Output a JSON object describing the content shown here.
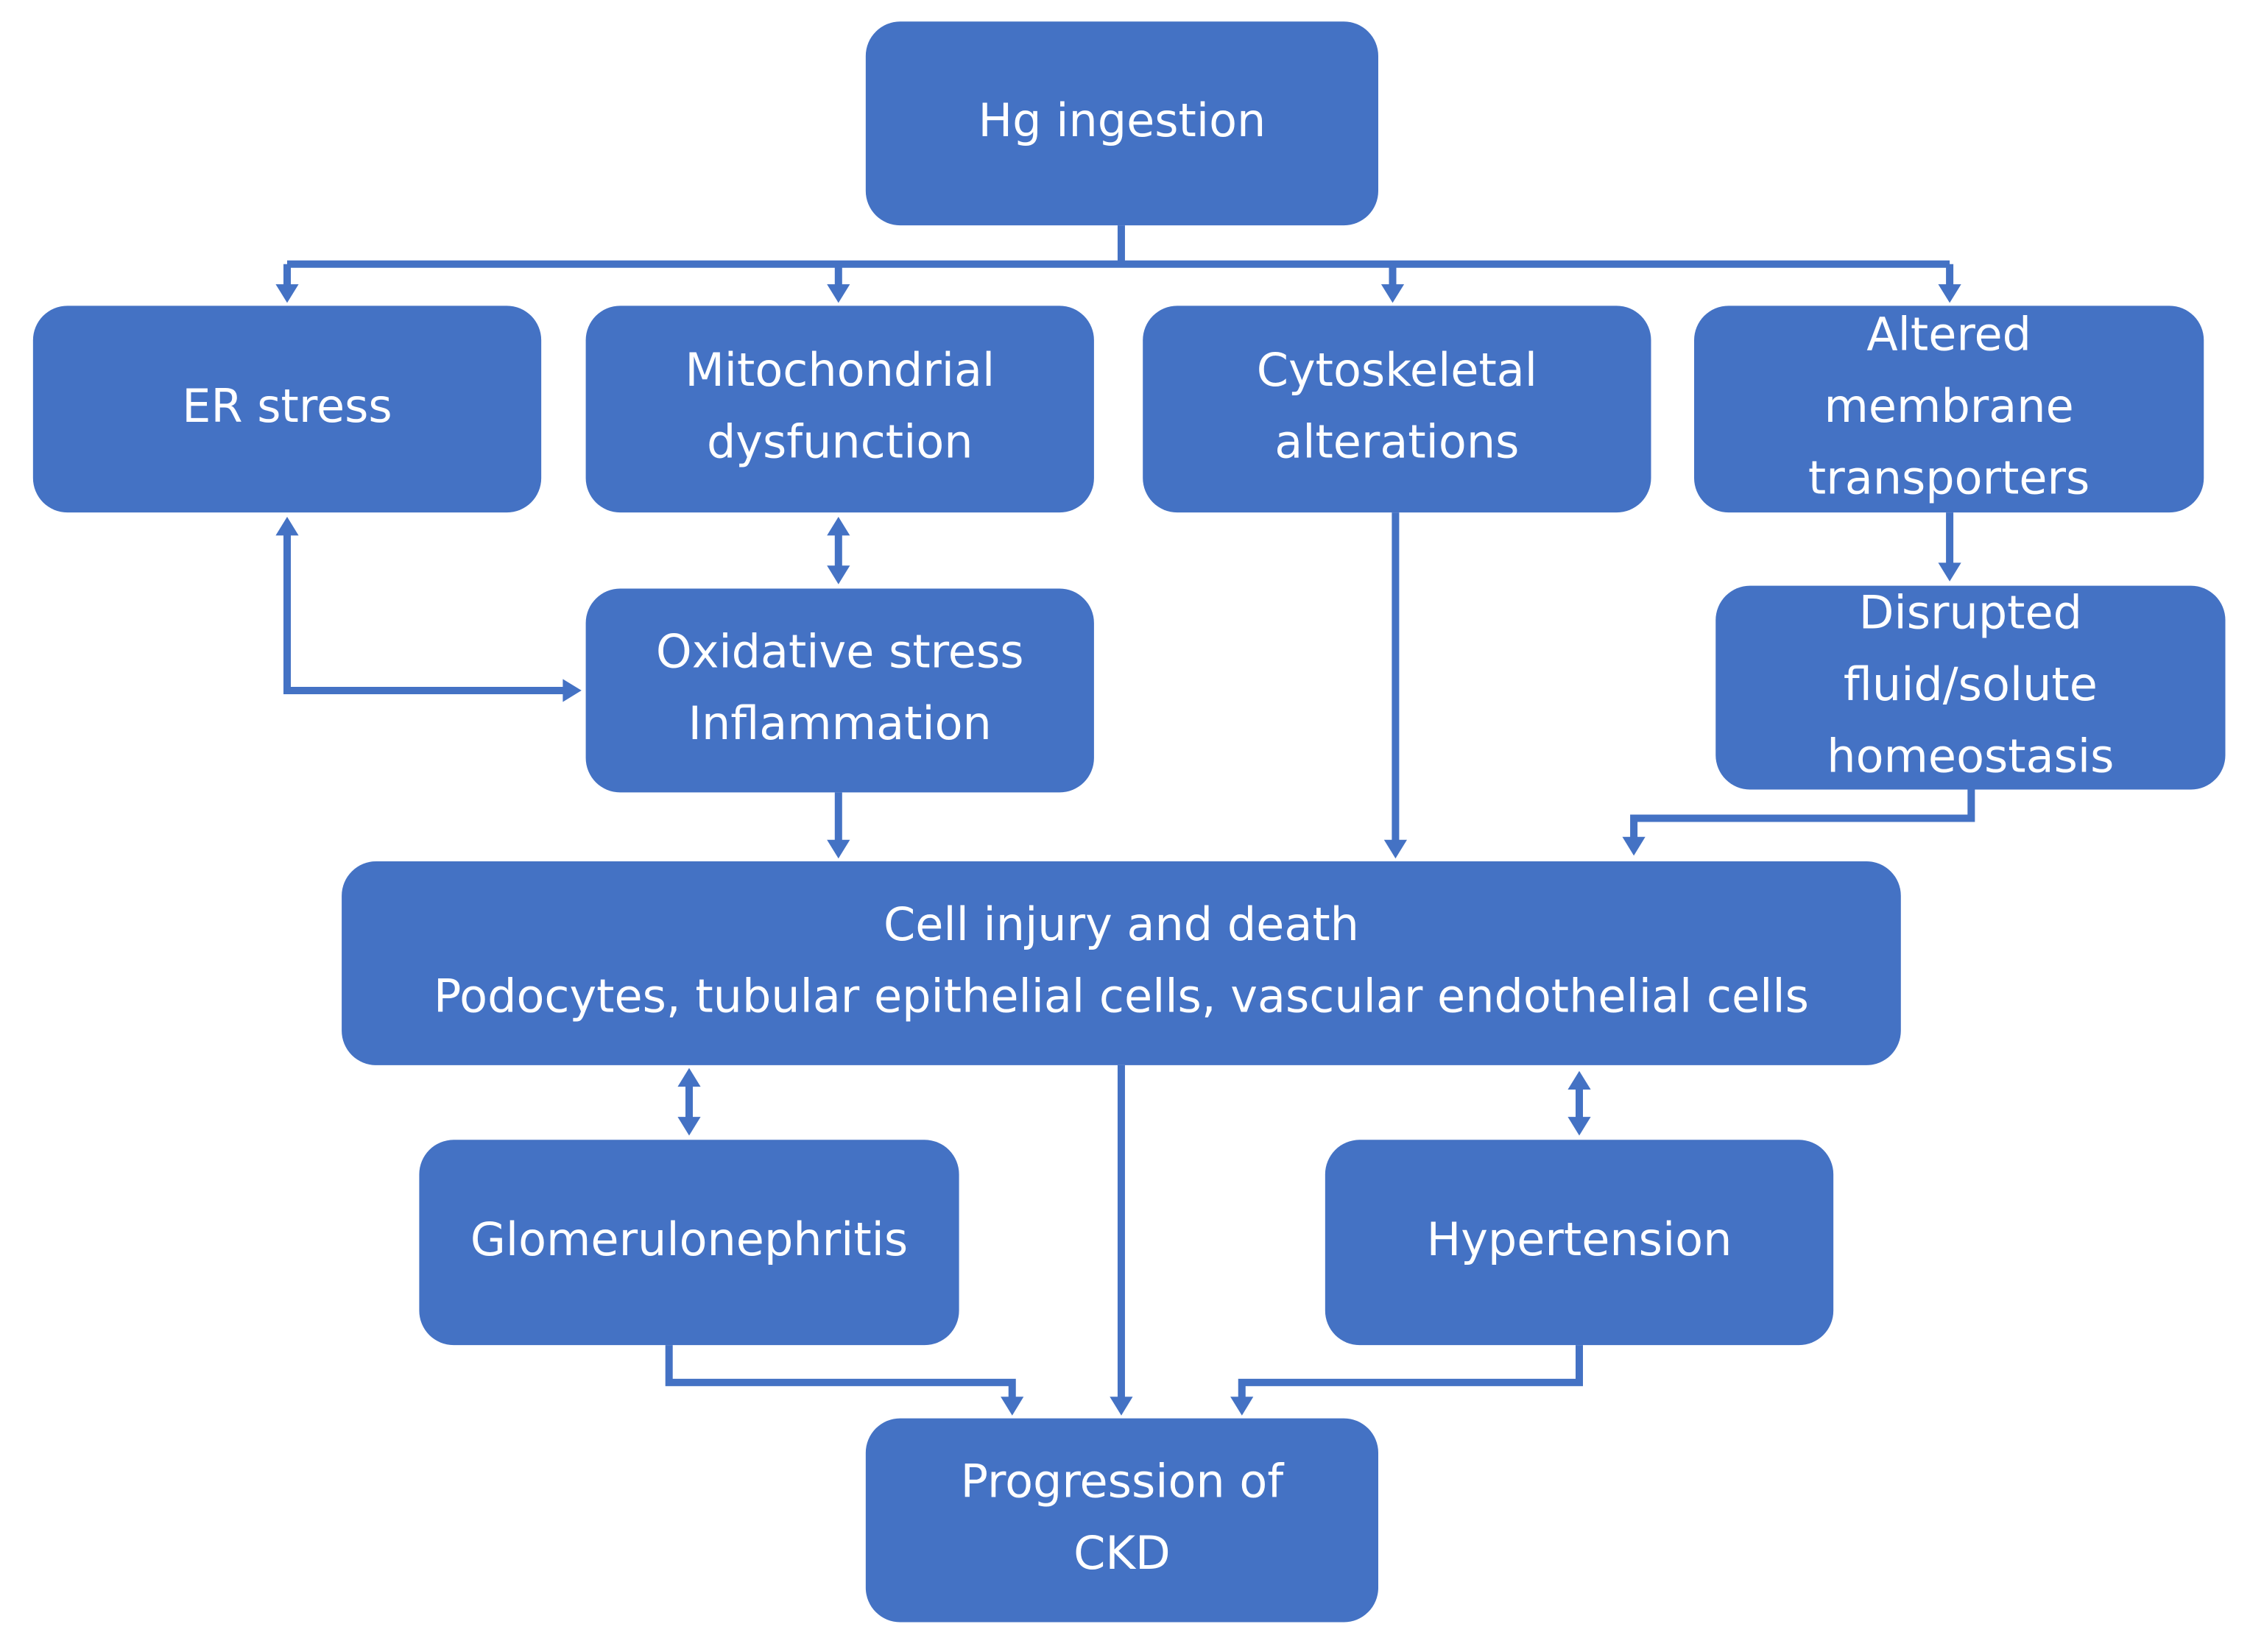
{
  "colors": {
    "box_fill": "#4472C4",
    "box_text": "#FFFFFF",
    "connector": "#4472C4",
    "background": "#FFFFFF"
  },
  "nodes": {
    "hg_ingestion": [
      "Hg ingestion"
    ],
    "er_stress": [
      "ER stress"
    ],
    "mitochondrial": [
      "Mitochondrial",
      "dysfunction"
    ],
    "cytoskeletal": [
      "Cytoskeletal",
      "alterations"
    ],
    "membrane": [
      "Altered",
      "membrane",
      "transporters"
    ],
    "oxidative": [
      "Oxidative stress",
      "Inflammation"
    ],
    "disrupted": [
      "Disrupted",
      "fluid/solute",
      "homeostasis"
    ],
    "cell_injury": [
      "Cell injury and death",
      "Podocytes, tubular epithelial cells, vascular endothelial cells"
    ],
    "glomerulonephritis": [
      "Glomerulonephritis"
    ],
    "hypertension": [
      "Hypertension"
    ],
    "ckd": [
      "Progression of",
      "CKD"
    ]
  },
  "edges": [
    {
      "from": "hg_ingestion",
      "to": "er_stress",
      "direction": "forward"
    },
    {
      "from": "hg_ingestion",
      "to": "mitochondrial",
      "direction": "forward"
    },
    {
      "from": "hg_ingestion",
      "to": "cytoskeletal",
      "direction": "forward"
    },
    {
      "from": "hg_ingestion",
      "to": "membrane",
      "direction": "forward"
    },
    {
      "from": "mitochondrial",
      "to": "oxidative",
      "direction": "both"
    },
    {
      "from": "er_stress",
      "to": "oxidative",
      "direction": "both"
    },
    {
      "from": "membrane",
      "to": "disrupted",
      "direction": "forward"
    },
    {
      "from": "oxidative",
      "to": "cell_injury",
      "direction": "forward"
    },
    {
      "from": "cytoskeletal",
      "to": "cell_injury",
      "direction": "forward"
    },
    {
      "from": "disrupted",
      "to": "cell_injury",
      "direction": "forward"
    },
    {
      "from": "cell_injury",
      "to": "glomerulonephritis",
      "direction": "both"
    },
    {
      "from": "cell_injury",
      "to": "hypertension",
      "direction": "both"
    },
    {
      "from": "cell_injury",
      "to": "ckd",
      "direction": "forward"
    },
    {
      "from": "glomerulonephritis",
      "to": "ckd",
      "direction": "forward"
    },
    {
      "from": "hypertension",
      "to": "ckd",
      "direction": "forward"
    }
  ]
}
